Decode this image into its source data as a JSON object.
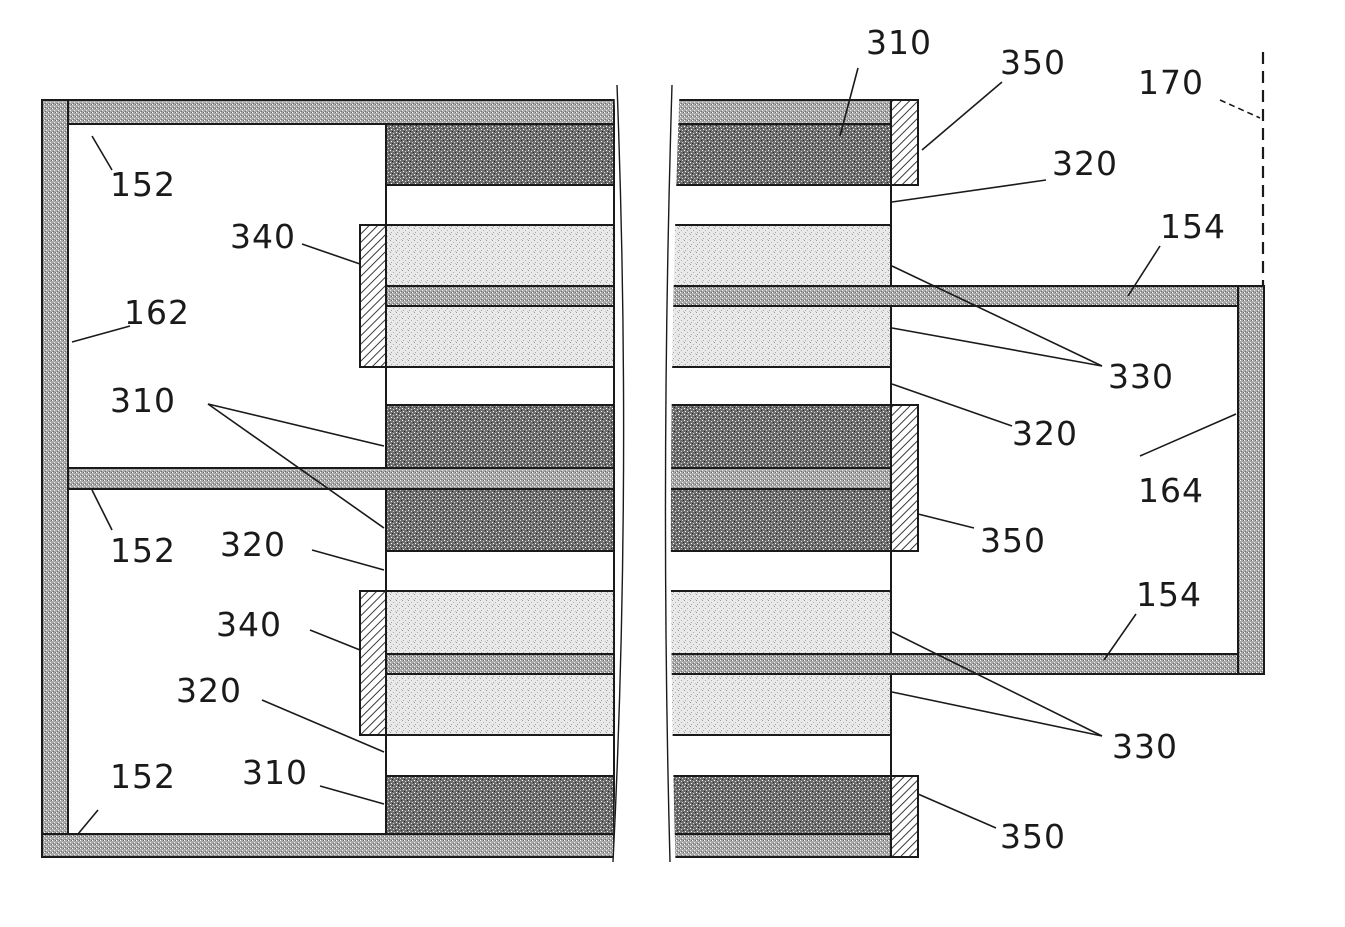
{
  "figure": {
    "labels": {
      "top_310": "310",
      "top_350": "350",
      "label_170": "170",
      "top_320": "320",
      "top_154": "154",
      "left_152_a": "152",
      "left_340_a": "340",
      "left_162": "162",
      "left_310_mid": "310",
      "right_330_a": "330",
      "right_320_mid": "320",
      "right_164": "164",
      "left_152_b": "152",
      "left_320_a": "320",
      "right_350_mid": "350",
      "right_154_b": "154",
      "left_340_b": "340",
      "left_320_b": "320",
      "right_330_b": "330",
      "left_152_c": "152",
      "left_310_bottom": "310",
      "right_350_bottom": "350"
    }
  }
}
